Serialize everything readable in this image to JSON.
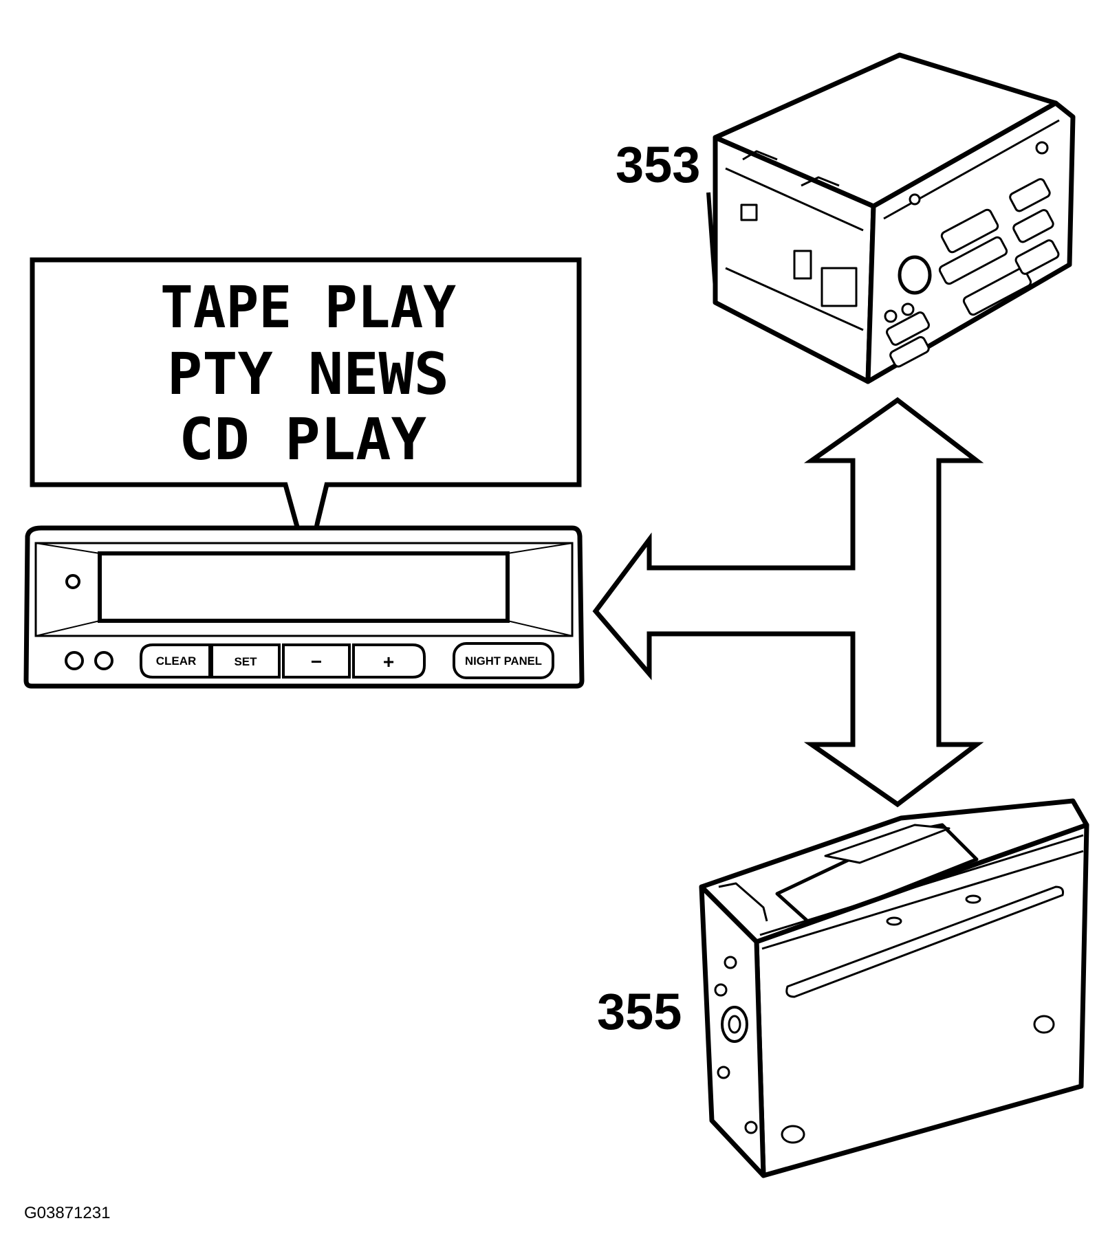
{
  "display_bubble": {
    "lines": [
      "TAPE PLAY",
      "PTY NEWS",
      "CD  PLAY"
    ]
  },
  "panel_buttons": {
    "clear": "CLEAR",
    "set": "SET",
    "minus": "−",
    "plus": "+",
    "night_panel": "NIGHT PANEL"
  },
  "callouts": {
    "radio": "353",
    "cd_changer": "355"
  },
  "figure_id": "G03871231"
}
